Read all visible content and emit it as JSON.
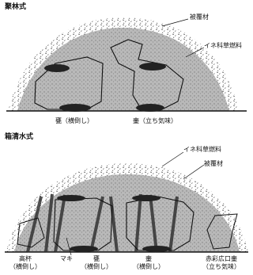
{
  "diagram_top": {
    "title": "聚林式",
    "label_cover": "被覆材",
    "label_fuel": "イネ科草燃料",
    "label_jar": "甕（横倒し）",
    "label_pot": "壷（立ち気味）"
  },
  "diagram_bottom": {
    "title": "箱清水式",
    "label_fuel": "イネ科草燃料",
    "label_cover": "被覆材",
    "label_cup_1": "高杯",
    "label_cup_2": "（横倒し）",
    "label_wood": "マキ",
    "label_jar_1": "甕",
    "label_jar_2": "（横倒し）",
    "label_pot_1": "壷",
    "label_pot_2": "（横倒し）",
    "label_redpot_1": "赤彩広口壷",
    "label_redpot_2": "（立ち気味）"
  },
  "colors": {
    "fill_grass": "#bdbdbd",
    "ink": "#111111"
  }
}
